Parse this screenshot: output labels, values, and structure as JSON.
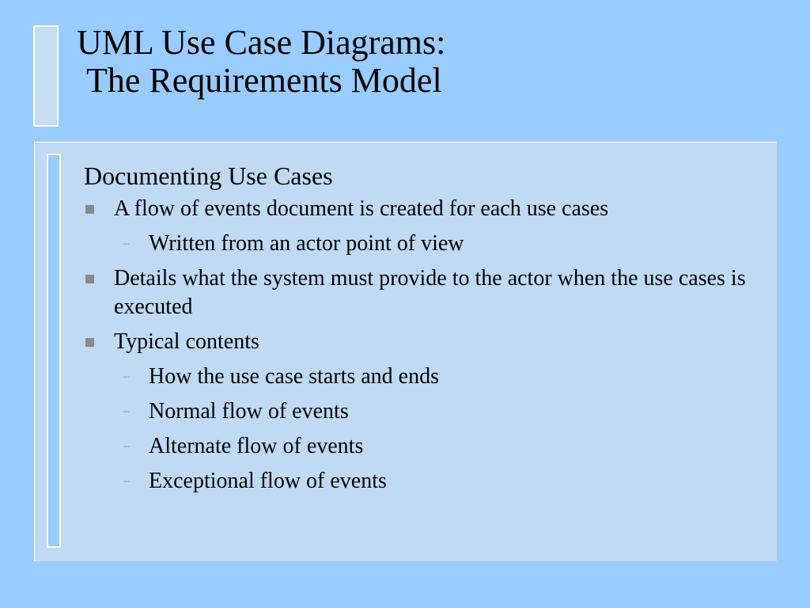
{
  "slide": {
    "title_line1": "UML Use Case Diagrams:",
    "title_line2": "The Requirements Model",
    "heading": "Documenting Use Cases",
    "items": [
      {
        "level": 1,
        "text": "A flow of events document is created for each use cases"
      },
      {
        "level": 2,
        "text": "Written from an actor point of view"
      },
      {
        "level": 1,
        "text": "Details what the system must provide to the actor when the use cases is executed"
      },
      {
        "level": 1,
        "text": "Typical contents"
      },
      {
        "level": 2,
        "text": "How the use case starts and ends"
      },
      {
        "level": 2,
        "text": "Normal flow of events"
      },
      {
        "level": 2,
        "text": "Alternate flow of events"
      },
      {
        "level": 2,
        "text": "Exceptional flow of events"
      }
    ],
    "bullet_icon": "square-bullet-icon",
    "sub_bullet_icon": "dash-bullet-icon",
    "sub_bullet_glyph": "–",
    "colors": {
      "background": "#99ccff",
      "content_panel": "#bfdaf2",
      "bullet": "#8a8a8a",
      "text": "#000000"
    }
  }
}
